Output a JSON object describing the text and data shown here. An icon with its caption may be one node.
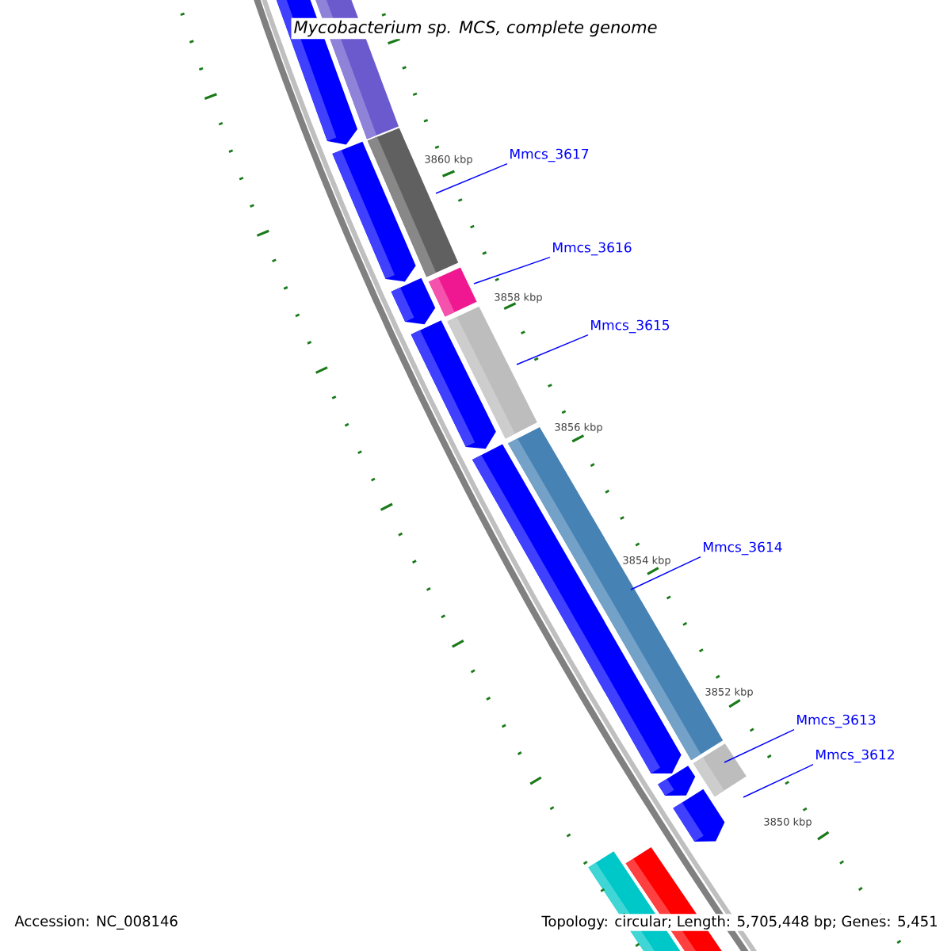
{
  "diagram": {
    "title": "Mycobacterium sp. MCS, complete genome",
    "nodes": [
      {
        "text": [
          "Mmcs_3617"
        ]
      },
      {
        "text": [
          "Mmcs_3616"
        ]
      },
      {
        "text": [
          "Mmcs_3615"
        ]
      },
      {
        "text": [
          "Mmcs_3614"
        ]
      },
      {
        "text": [
          "Mmcs_3613"
        ]
      },
      {
        "text": [
          "Mmcs_3612"
        ]
      }
    ],
    "edges": [
      {
        "from": 0,
        "to": null,
        "arrow": "none"
      },
      {
        "from": 1,
        "to": null,
        "arrow": "none"
      },
      {
        "from": 2,
        "to": null,
        "arrow": "none"
      },
      {
        "from": 3,
        "to": null,
        "arrow": "none"
      },
      {
        "from": 4,
        "to": null,
        "arrow": "none"
      },
      {
        "from": 5,
        "to": null,
        "arrow": "none"
      }
    ],
    "labels": [
      "3860 kbp",
      "3858 kbp",
      "3856 kbp",
      "3854 kbp",
      "3852 kbp",
      "3850 kbp",
      "Accession: NC_008146",
      "Topology: circular; Length: 5,705,448 bp; Genes: 5,451"
    ]
  }
}
